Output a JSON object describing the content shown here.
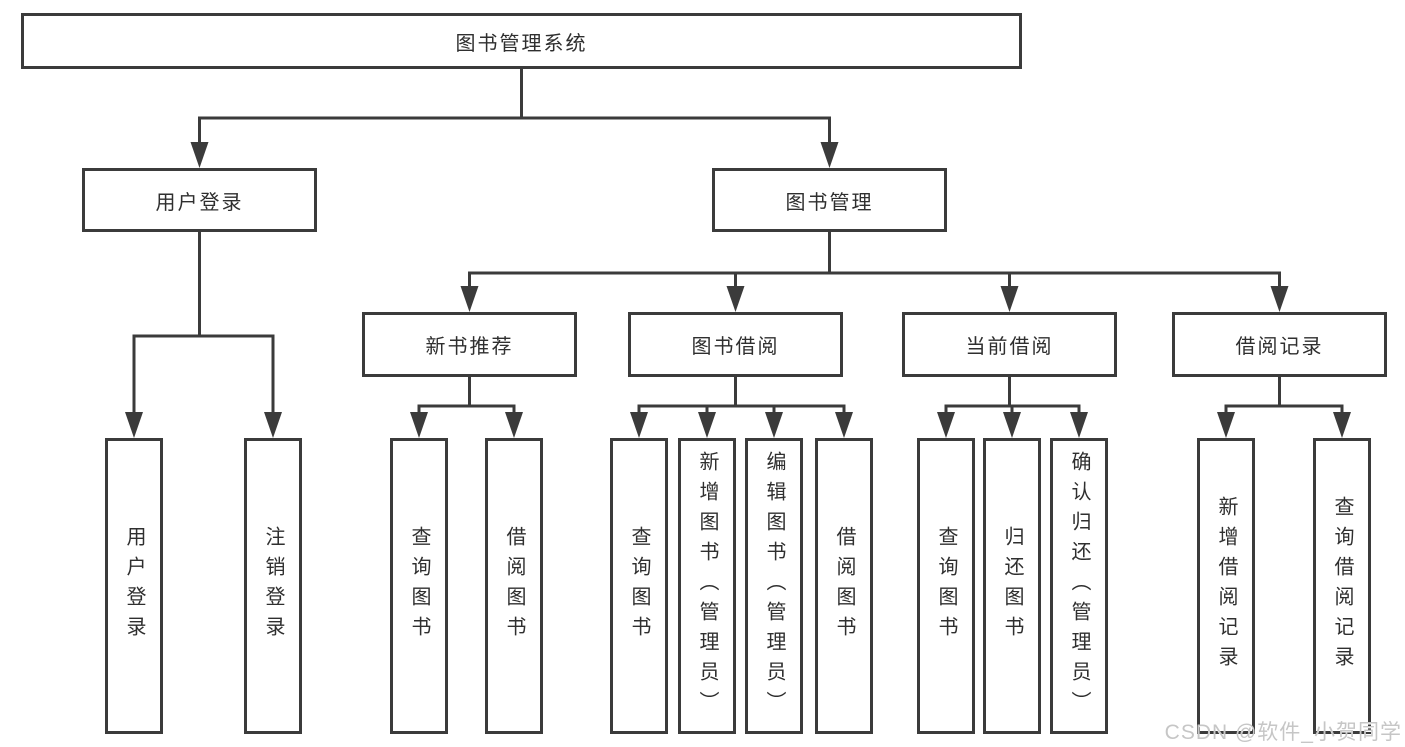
{
  "diagram": {
    "colors": {
      "line": "#3b3b3b",
      "box_border": "#3b3b3b",
      "text": "#2f2f2f",
      "watermark": "#c6c6c6",
      "background": "#ffffff"
    },
    "nodes": {
      "root": "图书管理系统",
      "level2": [
        "用户登录",
        "图书管理"
      ],
      "level3": [
        "新书推荐",
        "图书借阅",
        "当前借阅",
        "借阅记录"
      ],
      "leaves": [
        "用户登录",
        "注销登录",
        "查询图书",
        "借阅图书",
        "查询图书",
        "新增图书（管理员）",
        "编辑图书（管理员）",
        "借阅图书",
        "查询图书",
        "归还图书",
        "确认归还（管理员）",
        "新增借阅记录",
        "查询借阅记录"
      ]
    },
    "watermark": "CSDN @软件_小贺同学"
  }
}
